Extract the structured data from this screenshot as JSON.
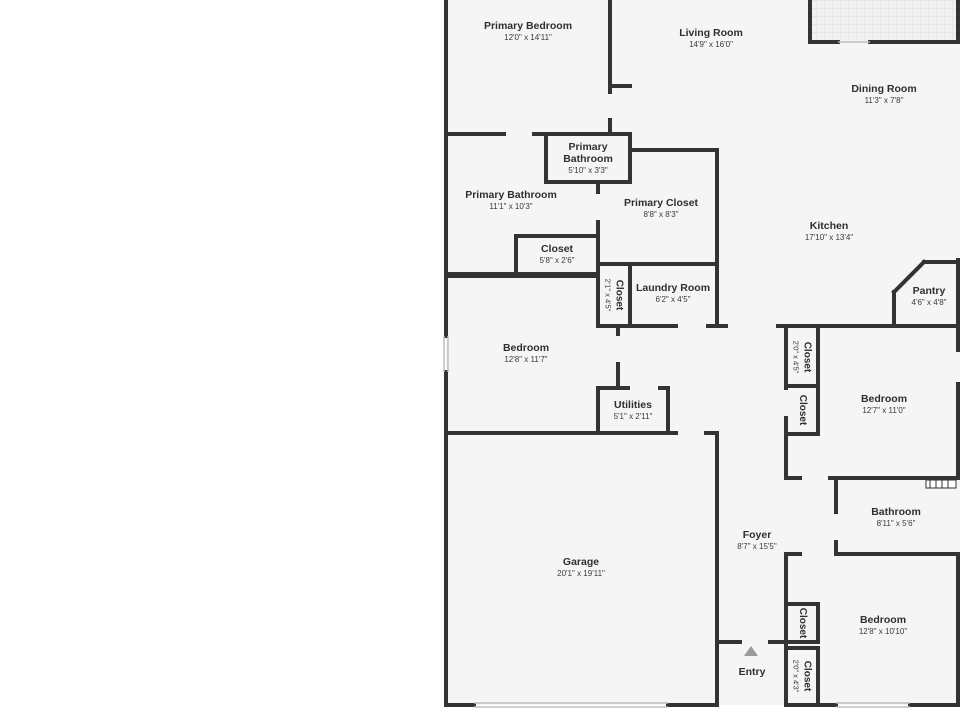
{
  "rooms": {
    "primary_bedroom": {
      "name": "Primary Bedroom",
      "dim": "12'0\" x 14'11\""
    },
    "living_room": {
      "name": "Living Room",
      "dim": "14'9\" x 16'0\""
    },
    "dining_room": {
      "name": "Dining Room",
      "dim": "11'3\" x 7'8\""
    },
    "primary_bathroom_small": {
      "name_line1": "Primary",
      "name_line2": "Bathroom",
      "dim": "5'10\" x 3'3\""
    },
    "primary_bathroom": {
      "name": "Primary Bathroom",
      "dim": "11'1\" x 10'3\""
    },
    "primary_closet": {
      "name": "Primary Closet",
      "dim": "8'8\" x 8'3\""
    },
    "kitchen": {
      "name": "Kitchen",
      "dim": "17'10\" x 13'4\""
    },
    "closet_primary_bath": {
      "name": "Closet",
      "dim": "5'8\" x 2'6\""
    },
    "closet_vertical_laundry": {
      "name": "Closet",
      "dim": "2'1\" x 4'5\""
    },
    "laundry_room": {
      "name": "Laundry Room",
      "dim": "6'2\" x 4'5\""
    },
    "pantry": {
      "name": "Pantry",
      "dim": "4'6\" x 4'8\""
    },
    "bedroom_west": {
      "name": "Bedroom",
      "dim": "12'8\" x 11'7\""
    },
    "closet_east_upper": {
      "name": "Closet",
      "dim": "2'0\" x 4'5\""
    },
    "closet_east_lower": {
      "name": "Closet",
      "dim": ""
    },
    "bedroom_east_upper": {
      "name": "Bedroom",
      "dim": "12'7\" x 11'0\""
    },
    "utilities": {
      "name": "Utilities",
      "dim": "5'1\" x 2'11\""
    },
    "bathroom": {
      "name": "Bathroom",
      "dim": "8'11\" x 5'6\""
    },
    "garage": {
      "name": "Garage",
      "dim": "20'1\" x 19'11\""
    },
    "foyer": {
      "name": "Foyer",
      "dim": "8'7\" x 15'5\""
    },
    "closet_south_upper": {
      "name": "Closet",
      "dim": ""
    },
    "bedroom_east_lower": {
      "name": "Bedroom",
      "dim": "12'8\" x 10'10\""
    },
    "entry": {
      "name": "Entry"
    },
    "closet_south_lower": {
      "name": "Closet",
      "dim": "2'0\" x 4'3\""
    }
  },
  "colors": {
    "wall": "#333333",
    "floor": "#f4f4f4",
    "patio": "#efefef",
    "text": "#2f2f2f"
  }
}
